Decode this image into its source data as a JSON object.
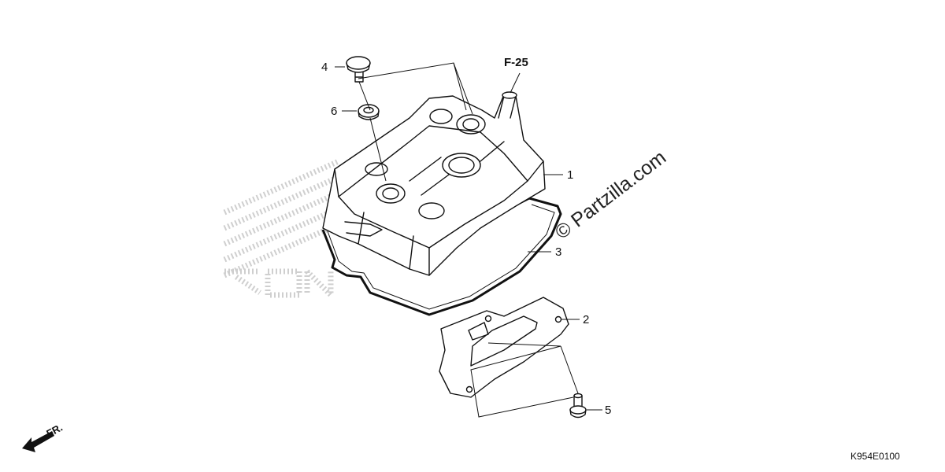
{
  "diagram": {
    "callouts": [
      {
        "id": "1",
        "label": "1"
      },
      {
        "id": "2",
        "label": "2"
      },
      {
        "id": "3",
        "label": "3"
      },
      {
        "id": "4",
        "label": "4"
      },
      {
        "id": "5",
        "label": "5"
      },
      {
        "id": "6",
        "label": "6"
      }
    ],
    "reference_label": "F-25",
    "diagram_code": "K954E0100",
    "watermark": "© Partzilla.com",
    "front_indicator": "FR."
  }
}
